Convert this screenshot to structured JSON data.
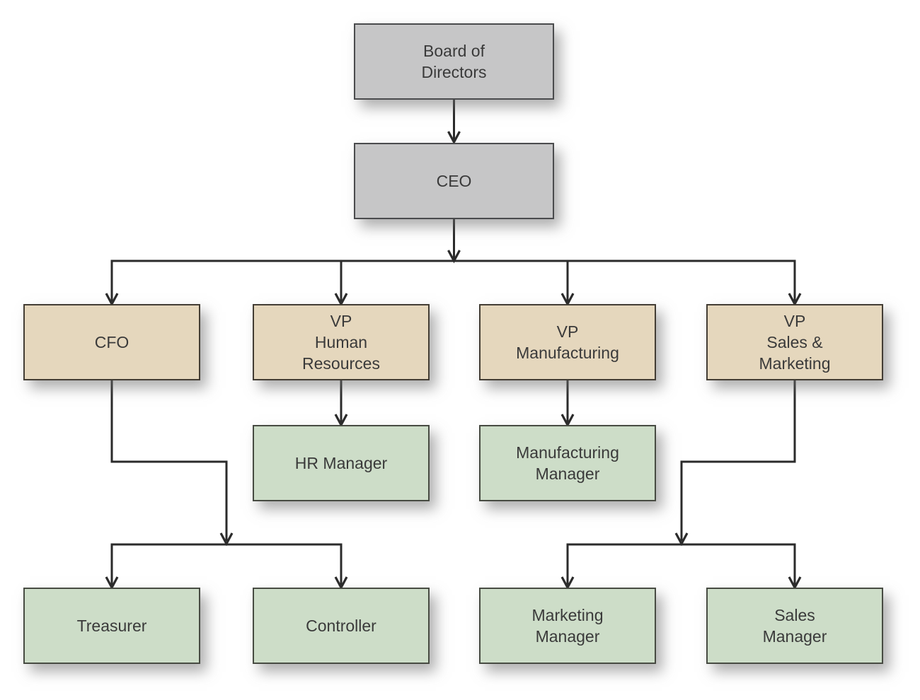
{
  "colors": {
    "background": "#ffffff",
    "executive_fill": "#c6c6c7",
    "executive_border": "#4a4b4d",
    "vp_fill": "#e5d7bd",
    "vp_border": "#433d34",
    "manager_fill": "#cdddc8",
    "manager_border": "#474b42",
    "connector": "#2b2b2b",
    "text": "#3a3a3a"
  },
  "nodes": {
    "board": {
      "label": "Board of\nDirectors"
    },
    "ceo": {
      "label": "CEO"
    },
    "cfo": {
      "label": "CFO"
    },
    "vp_hr": {
      "label": "VP\nHuman\nResources"
    },
    "vp_mfg": {
      "label": "VP\nManufacturing"
    },
    "vp_sales_mktg": {
      "label": "VP\nSales &\nMarketing"
    },
    "hr_mgr": {
      "label": "HR Manager"
    },
    "mfg_mgr": {
      "label": "Manufacturing\nManager"
    },
    "treasurer": {
      "label": "Treasurer"
    },
    "controller": {
      "label": "Controller"
    },
    "mktg_mgr": {
      "label": "Marketing\nManager"
    },
    "sales_mgr": {
      "label": "Sales\nManager"
    }
  }
}
